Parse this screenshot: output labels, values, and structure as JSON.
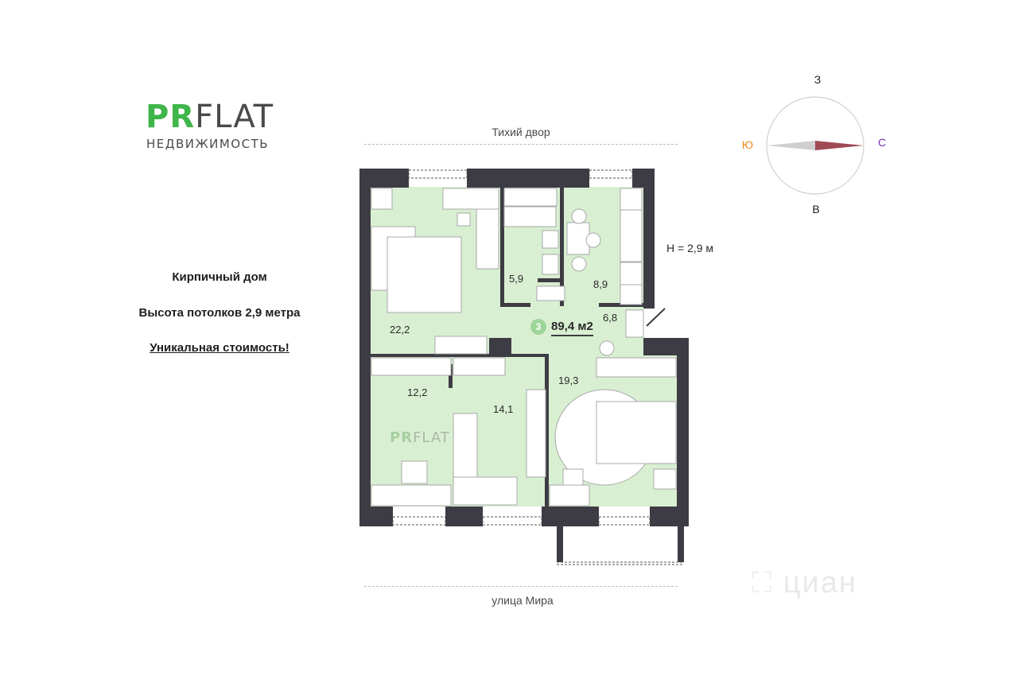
{
  "logo": {
    "pr": "PR",
    "flat": "FLAT",
    "subtitle": "НЕДВИЖИМОСТЬ"
  },
  "info": {
    "line1": "Кирпичный дом",
    "line2": "Высота потолков 2,9 метра",
    "link": "Уникальная стоимость!"
  },
  "streets": {
    "top": "Тихий двор",
    "bottom": "улица Мира"
  },
  "ceiling_height": "H = 2,9 м",
  "compass": {
    "north": "З",
    "south": "В",
    "west": "Ю",
    "east": "С",
    "colors": {
      "west": "#f08a1c",
      "east": "#7b2fb5",
      "needle_red": "#a04a55"
    }
  },
  "apartment": {
    "rooms_badge": "3",
    "total_area": "89,4 м2"
  },
  "rooms": [
    {
      "id": "living-big",
      "area": "22,2"
    },
    {
      "id": "bathroom",
      "area": "5,9"
    },
    {
      "id": "kitchen",
      "area": "8,9"
    },
    {
      "id": "hall",
      "area": "6,8"
    },
    {
      "id": "bedroom-left",
      "area": "12,2"
    },
    {
      "id": "room-middle",
      "area": "14,1"
    },
    {
      "id": "bedroom-right",
      "area": "19,3"
    }
  ],
  "plan_watermark": {
    "pr": "PR",
    "flat": "FLAT"
  },
  "watermark": "циан",
  "colors": {
    "room_fill": "#d9efd2",
    "wall": "#3d3c44",
    "accent_green": "#3fb54a"
  }
}
